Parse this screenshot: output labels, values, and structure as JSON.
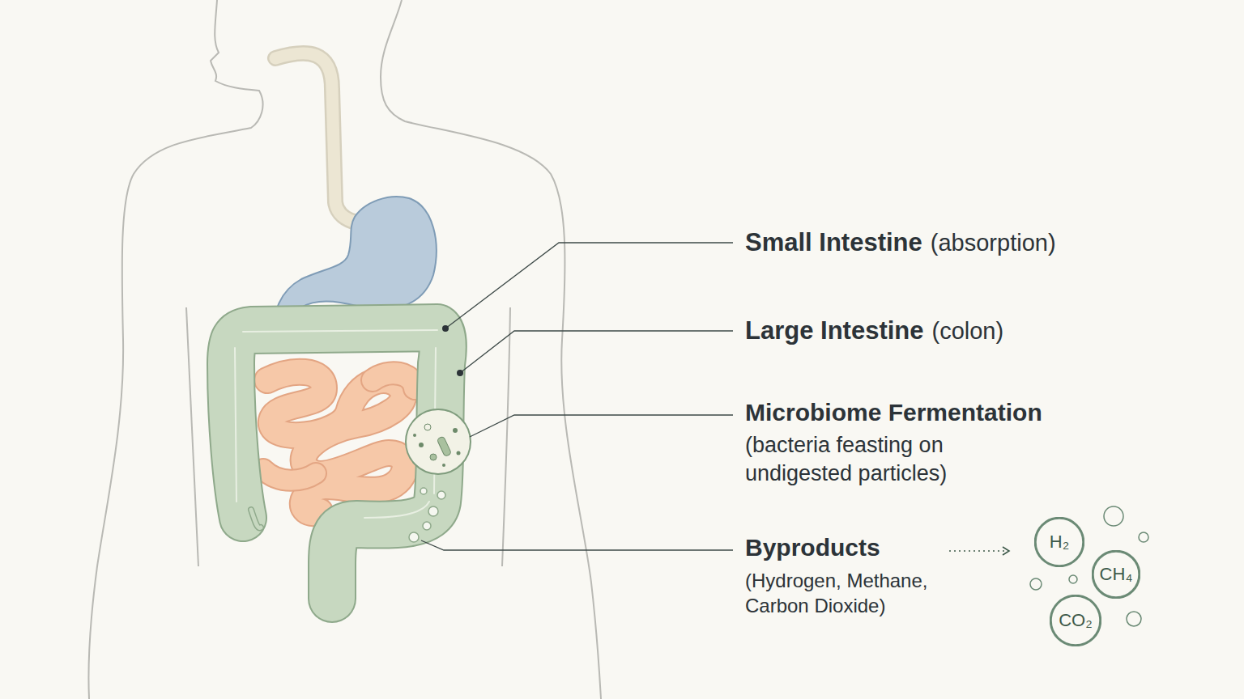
{
  "diagram": {
    "nodes": [
      {
        "text": [
          "H₂"
        ]
      },
      {
        "text": [
          "CH₄"
        ]
      },
      {
        "text": [
          "CO₂"
        ]
      }
    ],
    "labels": [
      "Small Intestine",
      "(absorption)",
      "Large Intestine",
      "(colon)",
      "Microbiome Fermentation",
      "(bacteria feasting on undigested particles)",
      "Byproducts",
      "(Hydrogen, Methane, Carbon Dioxide)"
    ]
  }
}
